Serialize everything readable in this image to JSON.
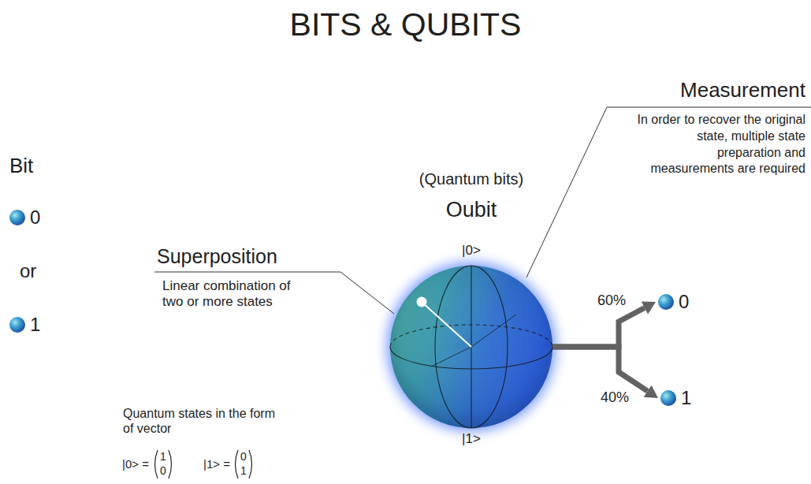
{
  "diagram": {
    "title": "BITS & QUBITS",
    "nodes": [
      {
        "text": [
          "0"
        ]
      },
      {
        "text": [
          "1"
        ]
      },
      {
        "text": [
          "(Quantum bits)",
          "Oubit",
          "|0>",
          "|1>"
        ]
      },
      {
        "text": [
          "0"
        ]
      },
      {
        "text": [
          "1"
        ]
      }
    ],
    "edges": [
      {
        "from": 2,
        "to": 3,
        "arrow": "to",
        "label": "60%"
      },
      {
        "from": 2,
        "to": 4,
        "arrow": "to",
        "label": "40%"
      }
    ],
    "labels": [
      "Bit",
      "or",
      "Superposition",
      "Linear combination of two or more states",
      "Measurement",
      "In order to recover the original state, multiple state preparation and measurements are required",
      "Quantum states in the form of vector",
      "|0> =",
      "1",
      "0",
      "|1> =",
      "0",
      "1"
    ]
  }
}
